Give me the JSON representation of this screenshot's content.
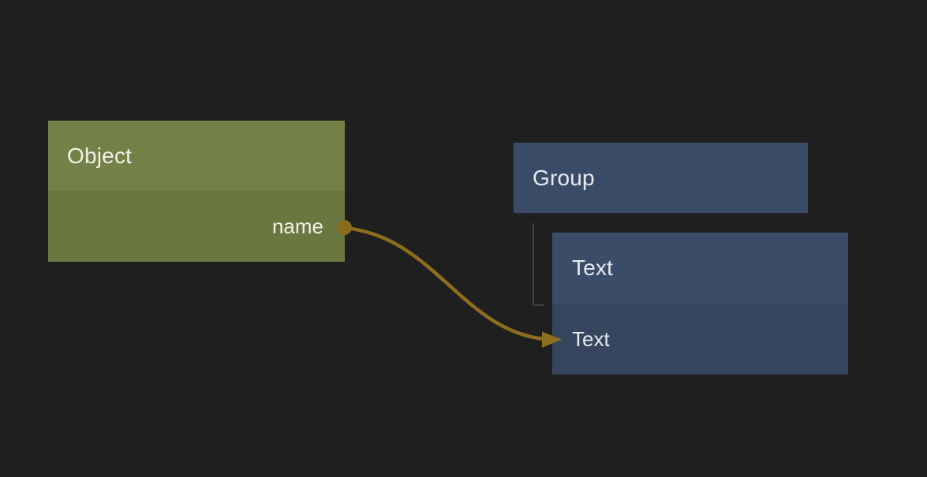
{
  "canvas": {
    "background_color": "#1F1F20"
  },
  "nodes": {
    "object": {
      "title": "Object",
      "header_color": "#738148",
      "body_color": "#6B7740",
      "title_color": "#F2F0E9",
      "port_color": "#8A6B1C",
      "fields": [
        {
          "label": "name",
          "side": "output"
        }
      ]
    },
    "group": {
      "title": "Group",
      "header_color": "#3A4B67",
      "title_color": "#E8EAEE"
    },
    "text": {
      "title": "Text",
      "header_color": "#3B4C68",
      "body_color": "#36455E",
      "title_color": "#E8EAEE",
      "fields": [
        {
          "label": "Text"
        }
      ]
    }
  },
  "edge": {
    "color": "#8E6D1E",
    "from": "Object.name",
    "to": "Text.Text"
  },
  "tree_connector": {
    "color": "#3F3F3F",
    "from": "Group",
    "to": "Text"
  }
}
